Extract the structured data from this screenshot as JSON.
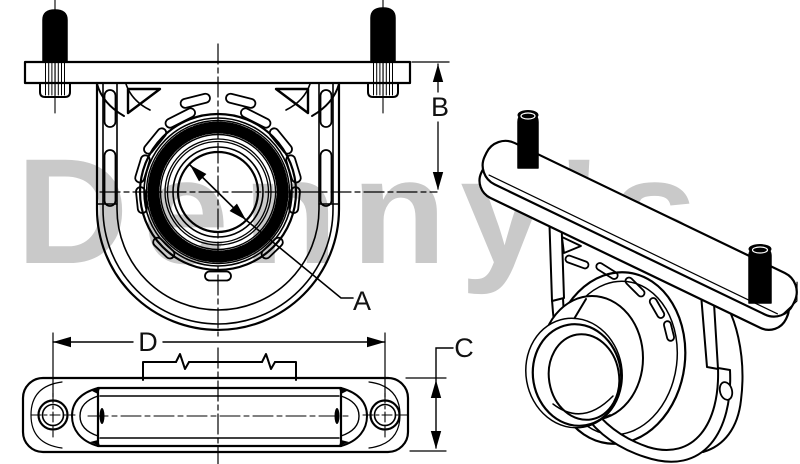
{
  "watermark": {
    "text": "Denny's",
    "color": "#c9c9c9"
  },
  "labels": {
    "a": "A",
    "b": "B",
    "c": "C",
    "d": "D"
  },
  "colors": {
    "line": "#000000",
    "background": "#ffffff",
    "watermark": "#c9c9c9"
  }
}
